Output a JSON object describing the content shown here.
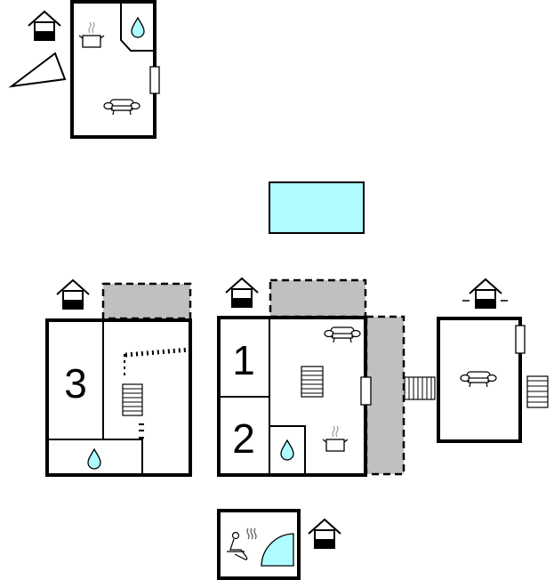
{
  "plan": {
    "rooms": {
      "room1": "1",
      "room2": "2",
      "room3": "3"
    },
    "colors": {
      "water": "#aefcff",
      "terrace": "#c0c0c0",
      "wall": "#000000"
    },
    "icons": [
      "house-entrance-icon",
      "water-drop-icon",
      "cooking-pot-icon",
      "sofa-icon",
      "stairs-icon",
      "window-icon",
      "sauna-icon",
      "pool",
      "terrace",
      "compass-triangle-icon"
    ]
  }
}
